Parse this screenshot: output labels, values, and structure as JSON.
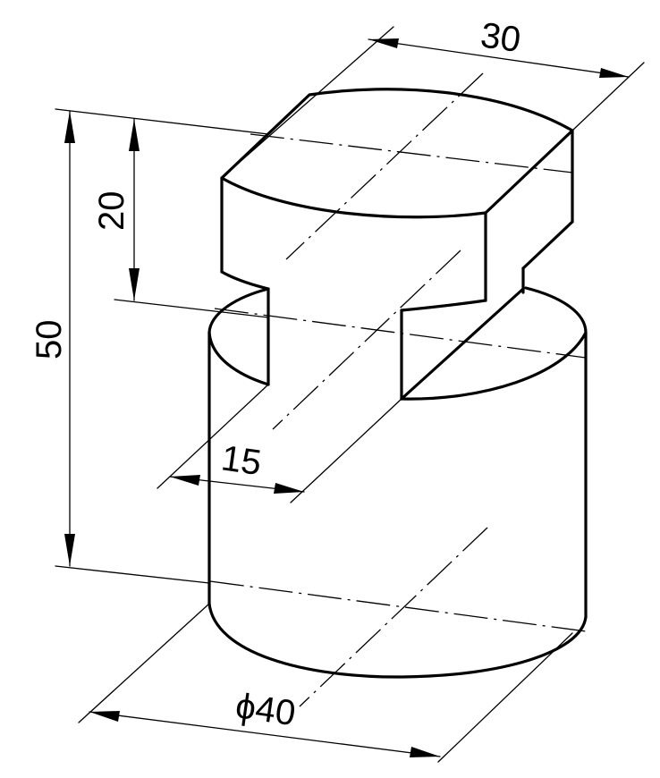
{
  "dimensions": {
    "width_top": "30",
    "height_top": "20",
    "height_total": "50",
    "width_neck": "15",
    "diameter_base": "ϕ40"
  }
}
